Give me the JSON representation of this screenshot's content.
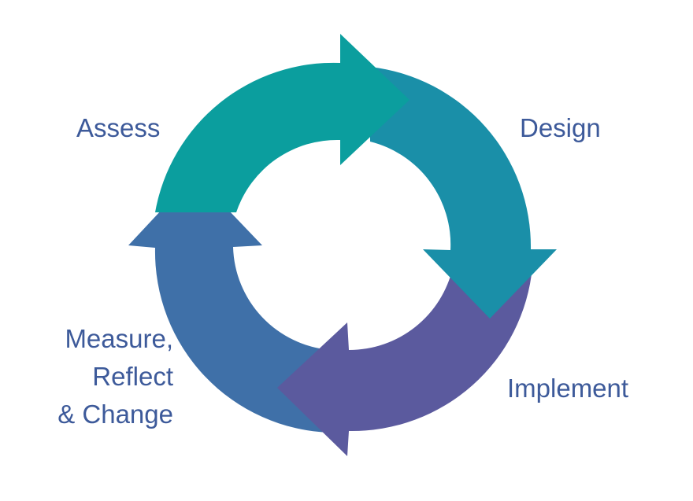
{
  "stages": [
    {
      "label": "Assess",
      "color": "#0b9e9e"
    },
    {
      "label": "Design",
      "color": "#1a8fa8"
    },
    {
      "label": "Implement",
      "color": "#5b5a9e"
    },
    {
      "label_lines": [
        "Measure,",
        "Reflect",
        "& Change"
      ],
      "color": "#3f70a8"
    }
  ],
  "text_color": "#3d5a9a"
}
